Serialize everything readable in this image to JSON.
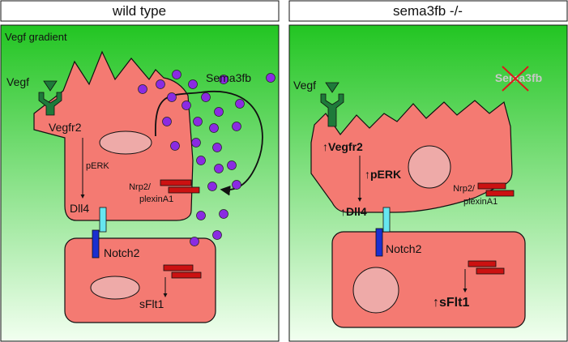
{
  "panels": {
    "left": {
      "title": "wild type",
      "note": "Vegf gradient",
      "labels": {
        "vegf": "Vegf",
        "sema": "Sema3fb",
        "vegfr2": "Vegfr2",
        "perk": "pERK",
        "dll4": "Dll4",
        "nrp2_line1": "Nrp2/",
        "nrp2_line2": "plexinA1",
        "notch2": "Notch2",
        "sflt1": "sFlt1"
      }
    },
    "right": {
      "title": "sema3fb -/-",
      "labels": {
        "vegf": "Vegf",
        "sema": "Sema3fb",
        "vegfr2": "↑Vegfr2",
        "perk": "↑pERK",
        "dll4": "↑Dll4",
        "nrp2_line1": "Nrp2/",
        "nrp2_line2": "plexinA1",
        "notch2": "Notch2",
        "sflt1": "↑sFlt1"
      }
    }
  },
  "colors": {
    "gradient_top": "#22c522",
    "gradient_bottom": "#f2fff0",
    "cell": "#f47a72",
    "nucleus": "#eeaaa8",
    "vegf_receptor": "#1e7a3a",
    "sema_dot": "#8a2be2",
    "receptor_red": "#cc1111",
    "dll4": "#66e6f0",
    "notch2": "#1a2fcf",
    "knockout_cross": "#e01818"
  }
}
